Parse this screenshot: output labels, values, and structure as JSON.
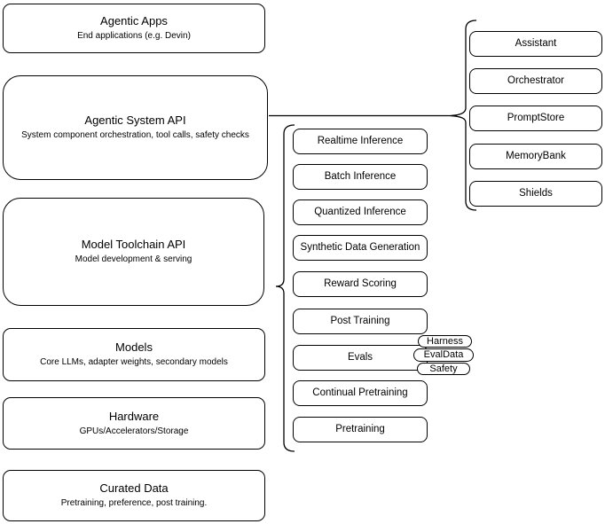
{
  "diagram": {
    "layers": [
      {
        "title": "Agentic Apps",
        "subtitle": "End applications (e.g. Devin)"
      },
      {
        "title": "Agentic System API",
        "subtitle": "System component orchestration, tool calls, safety checks"
      },
      {
        "title": "Model Toolchain API",
        "subtitle": "Model development & serving"
      },
      {
        "title": "Models",
        "subtitle": "Core LLMs, adapter weights, secondary models"
      },
      {
        "title": "Hardware",
        "subtitle": "GPUs/Accelerators/Storage"
      },
      {
        "title": "Curated Data",
        "subtitle": "Pretraining, preference, post training."
      }
    ],
    "toolchain_services": [
      "Realtime Inference",
      "Batch Inference",
      "Quantized Inference",
      "Synthetic Data Generation",
      "Reward Scoring",
      "Post Training",
      "Evals",
      "Continual Pretraining",
      "Pretraining"
    ],
    "eval_tags": [
      "Harness",
      "EvalData",
      "Safety"
    ],
    "system_components": [
      "Assistant",
      "Orchestrator",
      "PromptStore",
      "MemoryBank",
      "Shields"
    ],
    "colors": {
      "stroke": "#000000",
      "fill": "#ffffff",
      "background": "#ffffff"
    }
  }
}
